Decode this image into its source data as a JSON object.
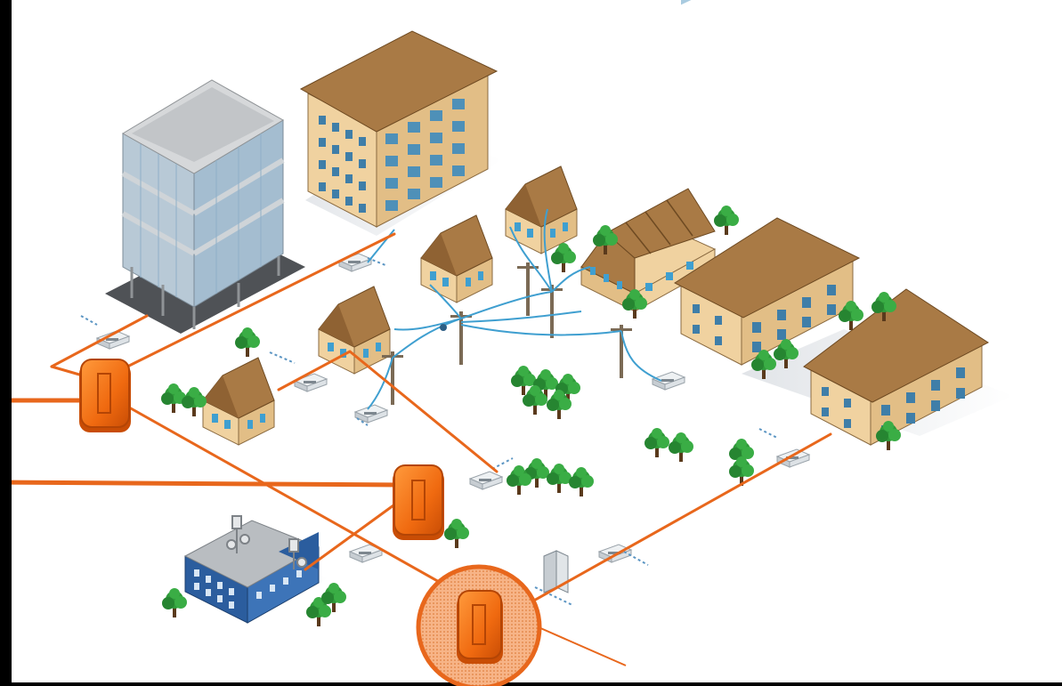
{
  "scene": {
    "colors": {
      "background_frame": "#000000",
      "ground": "#ffffff",
      "fiber_orange": "#e8671c",
      "closure_orange": "#f06a10",
      "drop_blue": "#3f9fd0",
      "tree_green": "#2f9a3a",
      "roof_brown": "#a97a45",
      "wall_tan": "#f0d2a0",
      "office_glass": "#a9c7dd",
      "central_office_blue": "#2b5d9e"
    },
    "elements": [
      "glass-office-tower",
      "apartment-block",
      "houses",
      "townhouse-row",
      "two-story-apartments",
      "central-office-with-antennas",
      "utility-poles",
      "fiber-closures",
      "handholes",
      "street-cabinet",
      "trees"
    ]
  }
}
